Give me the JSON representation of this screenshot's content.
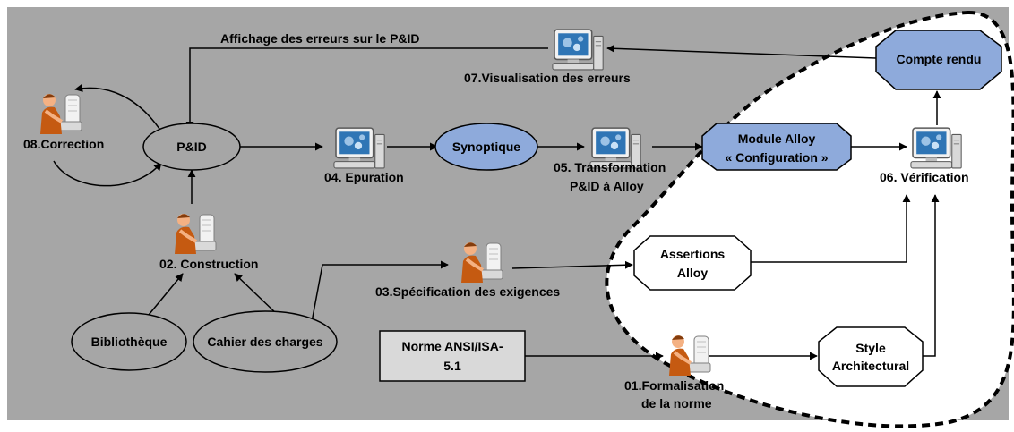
{
  "colors": {
    "background": "#a6a6a6",
    "canvas": "#ffffff",
    "highlight_fill": "#8eaadb",
    "plain_fill": "#ffffff",
    "norm_box_fill": "#d9d9d9",
    "stroke": "#000000"
  },
  "nodes": {
    "pid": "P&ID",
    "synoptique": "Synoptique",
    "module_alloy": [
      "Module Alloy",
      "« Configuration »"
    ],
    "compte_rendu": "Compte rendu",
    "assertions_alloy": [
      "Assertions",
      "Alloy"
    ],
    "style_architectural": [
      "Style",
      "Architectural"
    ],
    "norme": [
      "Norme ANSI/ISA-",
      "5.1"
    ],
    "bibliotheque": "Bibliothèque",
    "cahier_des_charges": "Cahier des charges"
  },
  "steps": {
    "correction": "08.Correction",
    "construction": "02. Construction",
    "epuration": "04. Epuration",
    "transformation": [
      "05. Transformation",
      "P&ID à Alloy"
    ],
    "verification": "06. Vérification",
    "visualisation": "07.Visualisation des erreurs",
    "specification": "03.Spécification des exigences",
    "formalisation": [
      "01.Formalisation",
      "de la norme"
    ]
  },
  "edge_labels": {
    "affichage": "Affichage des erreurs sur le P&ID"
  },
  "icons": {
    "computer": "computer-icon",
    "person": "person-at-computer-icon"
  }
}
